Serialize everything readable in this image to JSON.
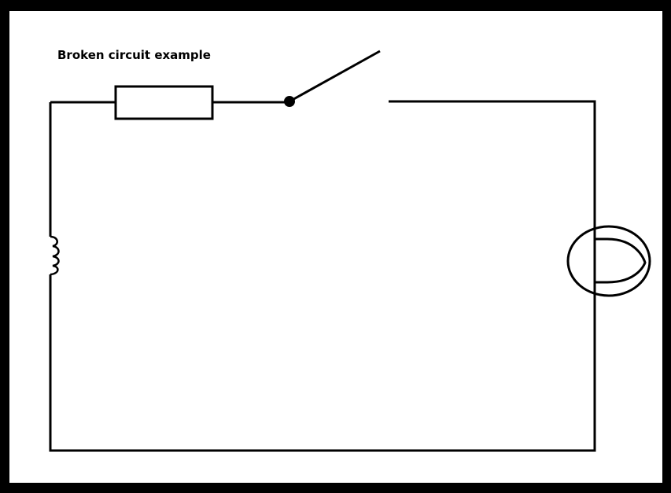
{
  "diagram": {
    "title": "Broken circuit example",
    "components": [
      "resistor",
      "open-switch",
      "inductor",
      "lamp"
    ],
    "colors": {
      "background": "#ffffff",
      "border": "#000000",
      "wire": "#000000"
    }
  }
}
